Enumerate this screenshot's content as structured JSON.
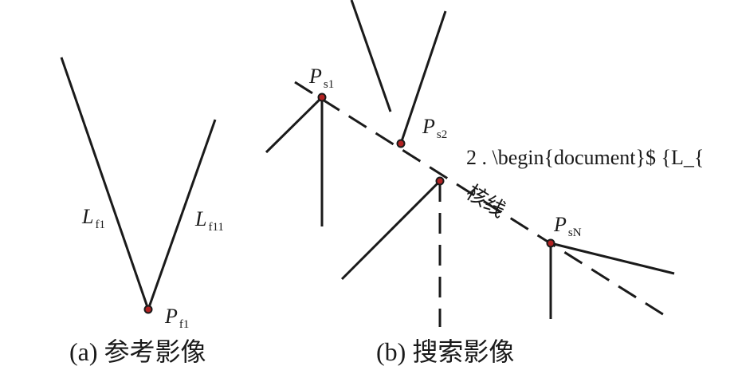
{
  "left_panel": {
    "caption": "(a) 参考影像",
    "lines": [
      {
        "main": "L",
        "sub": "f1"
      },
      {
        "main": "L",
        "sub": "f11"
      }
    ],
    "point": {
      "main": "P",
      "sub": "f1"
    }
  },
  "right_panel": {
    "caption": "(b) 搜索影像",
    "epipolar_label": "核线",
    "points": [
      {
        "main": "P",
        "sub": "s1"
      },
      {
        "main": "P",
        "sub": "s2"
      },
      {
        "main": "P",
        "sub": "sN"
      }
    ],
    "artifact_text": "2 . \\begin{document}$ {L_{"
  },
  "colors": {
    "line": "#1a1a1a",
    "point_fill": "#b22222"
  }
}
